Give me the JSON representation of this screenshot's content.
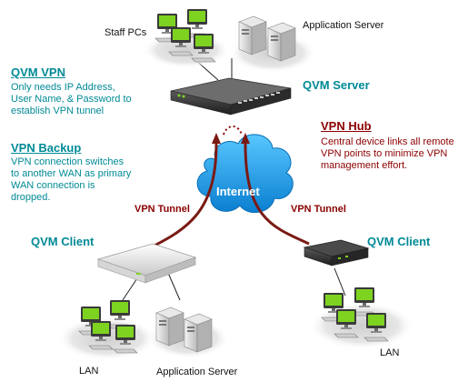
{
  "labels": {
    "staff_pcs": "Staff PCs",
    "app_server_top": "Application Server",
    "qvm_server": "QVM Server",
    "internet": "Internet",
    "vpn_tunnel_left": "VPN Tunnel",
    "vpn_tunnel_right": "VPN Tunnel",
    "qvm_client_left": "QVM Client",
    "qvm_client_right": "QVM Client",
    "lan_left": "LAN",
    "app_server_bottom": "Application Server",
    "lan_right": "LAN"
  },
  "callouts": {
    "qvm_vpn": {
      "title": "QVM VPN",
      "body": "Only needs IP Address, User Name, & Password to establish VPN tunnel"
    },
    "vpn_backup": {
      "title": "VPN Backup",
      "body": "VPN connection switches to another WAN as primary WAN connection is dropped."
    },
    "vpn_hub": {
      "title": "VPN Hub",
      "body": "Central device links all remote VPN points to minimize VPN management effort."
    }
  },
  "colors": {
    "teal": "#008a96",
    "dark_red": "#8b0000",
    "cloud": "#1aa3e8",
    "screen_green": "#7ed321"
  },
  "icons": [
    "desktop-pc-icon",
    "server-tower-icon",
    "router-icon",
    "cloud-icon",
    "ground-shadow-icon"
  ]
}
